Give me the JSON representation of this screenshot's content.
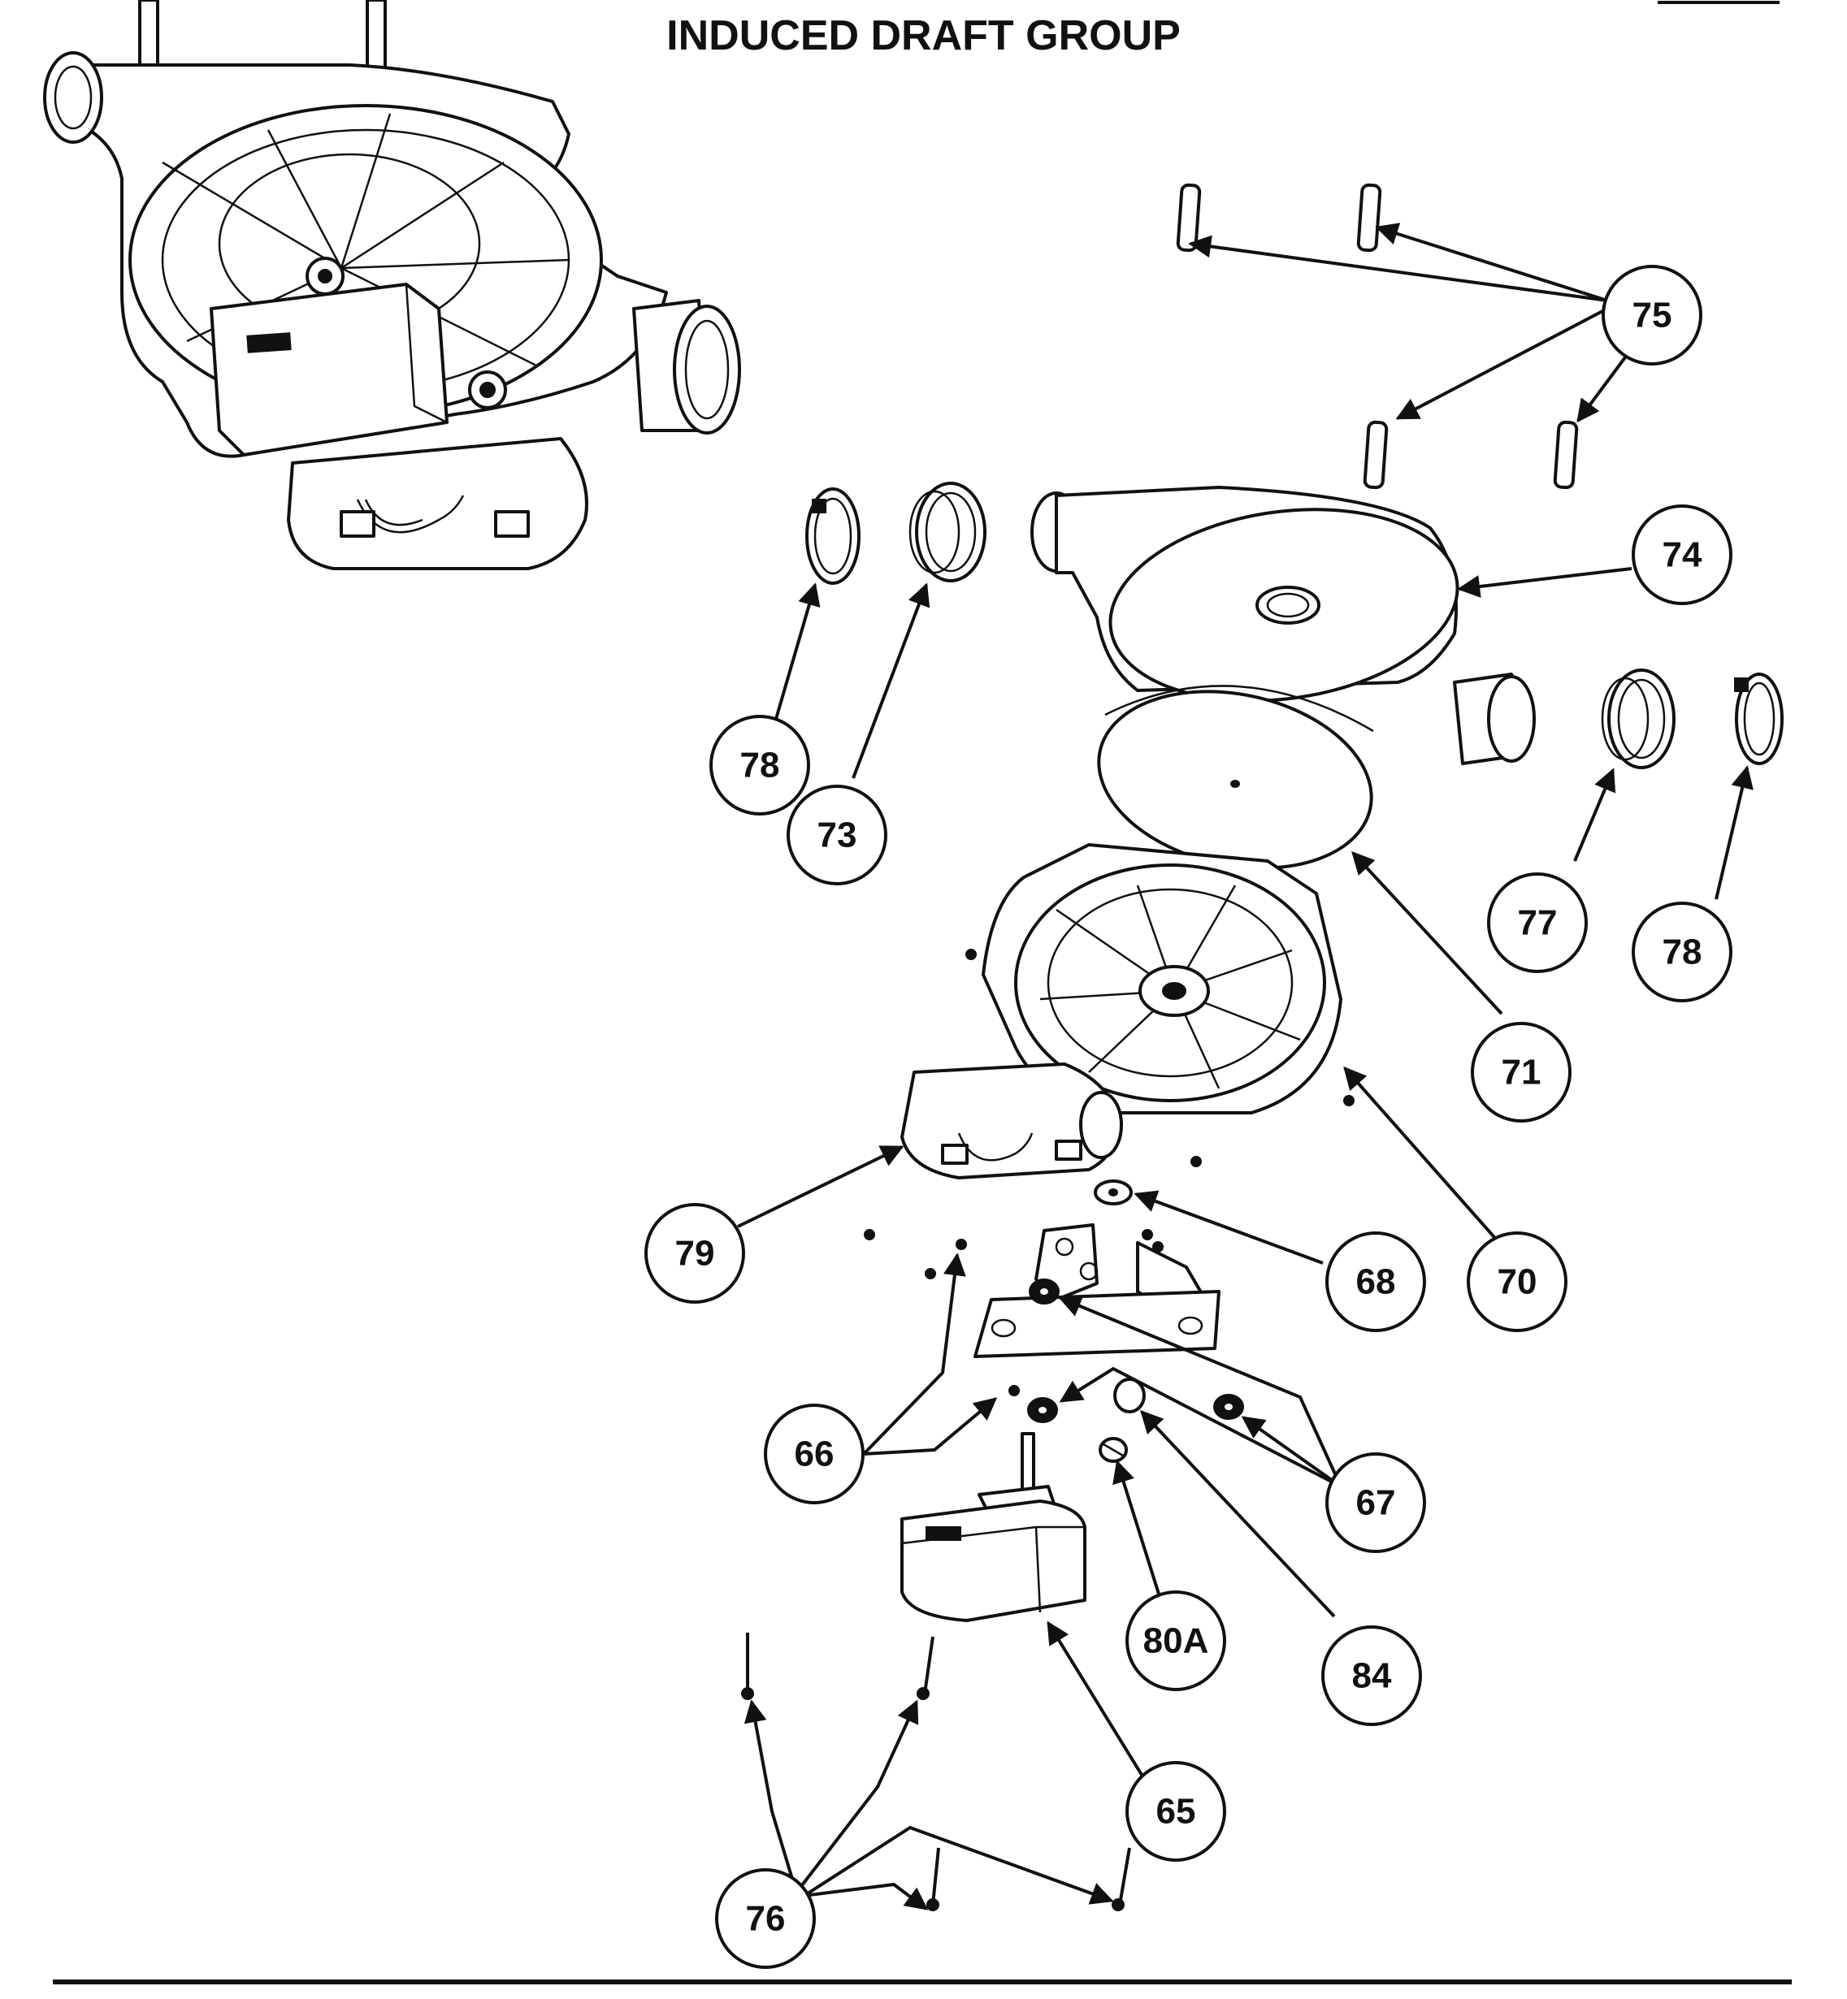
{
  "title": "INDUCED DRAFT GROUP",
  "callouts": [
    {
      "id": "c75",
      "label": "75"
    },
    {
      "id": "c74",
      "label": "74"
    },
    {
      "id": "c78a",
      "label": "78"
    },
    {
      "id": "c73",
      "label": "73"
    },
    {
      "id": "c77",
      "label": "77"
    },
    {
      "id": "c78b",
      "label": "78"
    },
    {
      "id": "c71",
      "label": "71"
    },
    {
      "id": "c79",
      "label": "79"
    },
    {
      "id": "c68",
      "label": "68"
    },
    {
      "id": "c70",
      "label": "70"
    },
    {
      "id": "c66",
      "label": "66"
    },
    {
      "id": "c67",
      "label": "67"
    },
    {
      "id": "c80a",
      "label": "80A"
    },
    {
      "id": "c84",
      "label": "84"
    },
    {
      "id": "c65",
      "label": "65"
    },
    {
      "id": "c76",
      "label": "76"
    }
  ]
}
